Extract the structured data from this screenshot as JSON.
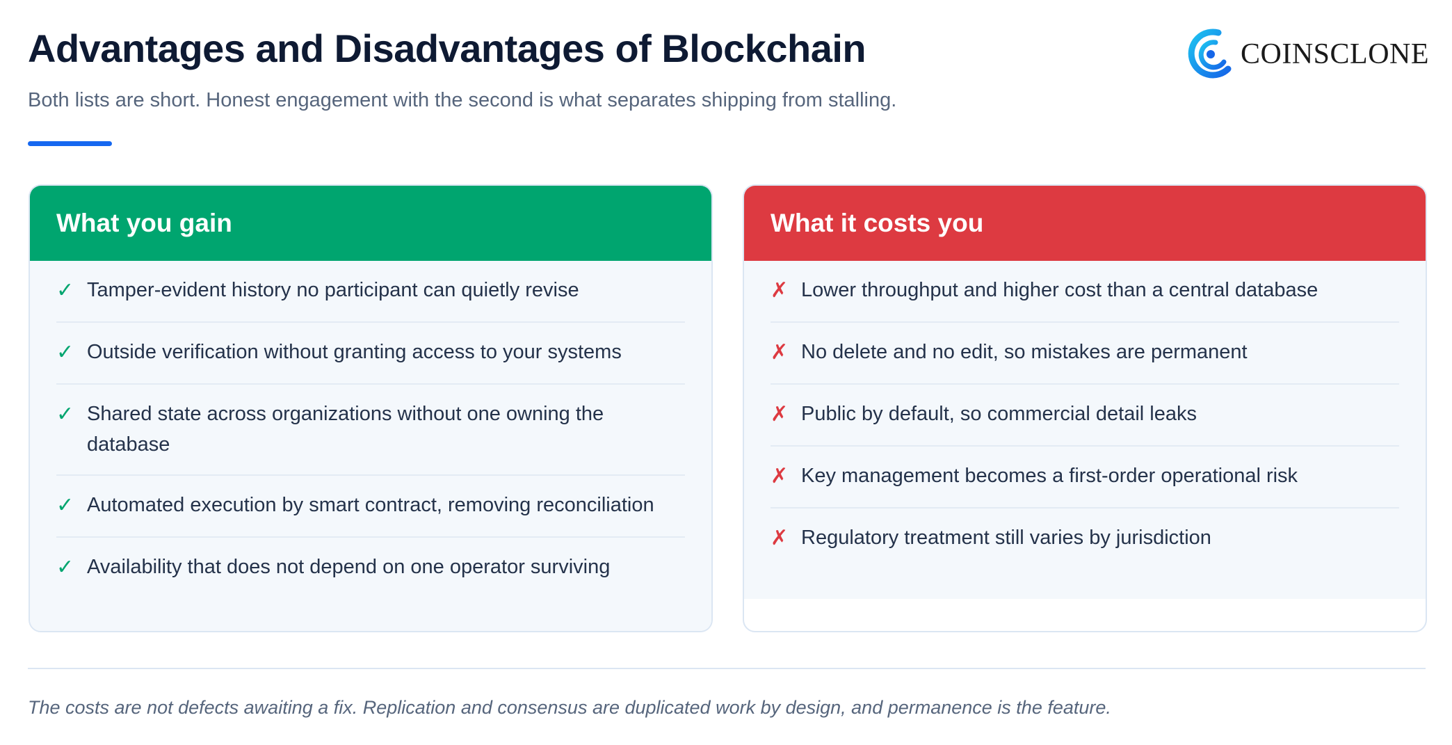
{
  "header": {
    "title": "Advantages and Disadvantages of Blockchain",
    "subtitle": "Both lists are short. Honest engagement with the second is what separates shipping from stalling.",
    "accent_color": "#1668f0"
  },
  "logo": {
    "text": "COINSCLONE",
    "icon": "coinsclone-logo-icon"
  },
  "advantages": {
    "heading": "What you gain",
    "color": "#00a56f",
    "mark": "✓",
    "items": [
      "Tamper-evident history no participant can quietly revise",
      "Outside verification without granting access to your systems",
      "Shared state across organizations without one owning the database",
      "Automated execution by smart contract, removing reconciliation",
      "Availability that does not depend on one operator surviving"
    ]
  },
  "disadvantages": {
    "heading": "What it costs you",
    "color": "#dd3a41",
    "mark": "✗",
    "items": [
      "Lower throughput and higher cost than a central database",
      "No delete and no edit, so mistakes are permanent",
      "Public by default, so commercial detail leaks",
      "Key management becomes a first-order operational risk",
      "Regulatory treatment still varies by jurisdiction"
    ]
  },
  "footnote": "The costs are not defects awaiting a fix. Replication and consensus are duplicated work by design, and permanence is the feature."
}
